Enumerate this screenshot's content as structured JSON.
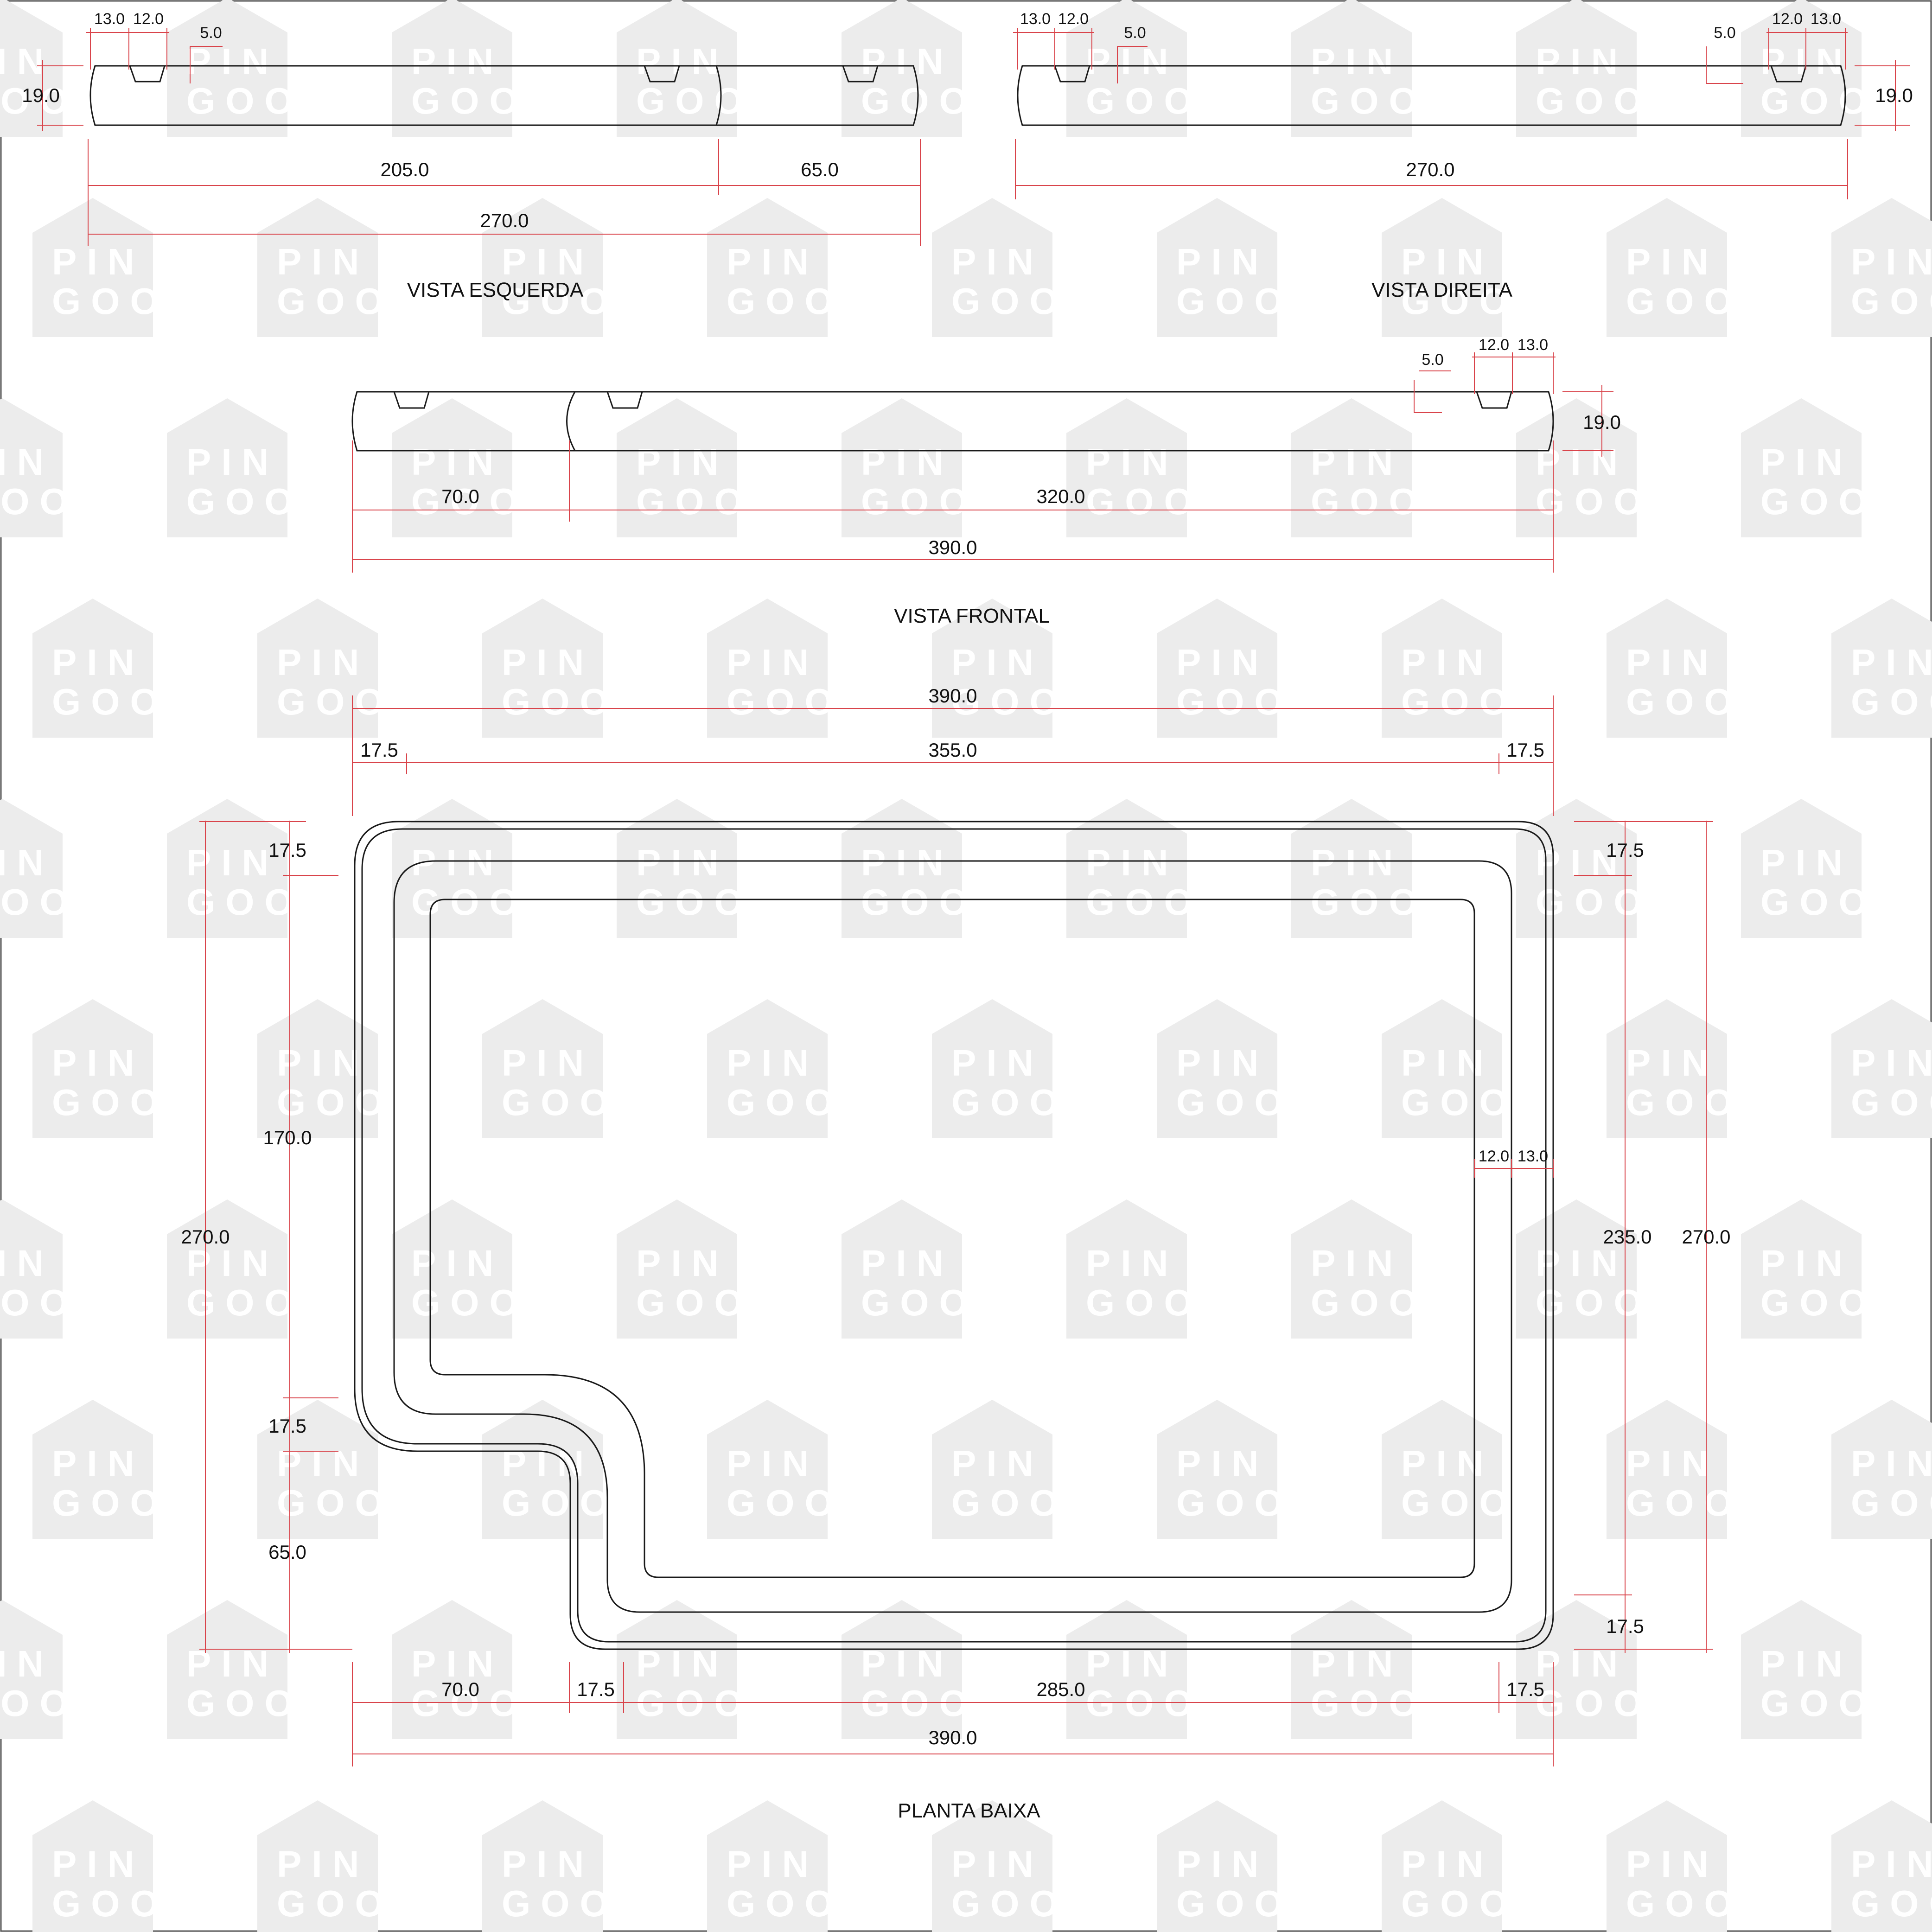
{
  "colors": {
    "outline": "#1a1a1a",
    "dimension": "#d9444b",
    "watermark": "#ececec",
    "text": "#111111",
    "background": "#ffffff"
  },
  "watermark": {
    "line1": "PIN",
    "line2": "GOO"
  },
  "views": {
    "esquerda": {
      "title": "VISTA ESQUERDA",
      "labels": {
        "total": "270.0",
        "left": "205.0",
        "right": "65.0",
        "height": "19.0",
        "notch_a": "13.0",
        "notch_b": "12.0",
        "gap": "5.0"
      }
    },
    "direita": {
      "title": "VISTA DIREITA",
      "labels": {
        "total": "270.0",
        "height": "19.0",
        "notch_a": "13.0",
        "notch_b": "12.0",
        "gap_l": "5.0",
        "gap_r": "5.0",
        "notch_c": "12.0",
        "notch_d": "13.0"
      }
    },
    "frontal": {
      "title": "VISTA FRONTAL",
      "labels": {
        "total": "390.0",
        "left": "70.0",
        "right": "320.0",
        "height": "19.0",
        "gap": "5.0",
        "notch_a": "12.0",
        "notch_b": "13.0"
      }
    },
    "planta": {
      "title": "PLANTA BAIXA",
      "labels": {
        "top_total": "390.0",
        "top_left": "17.5",
        "top_mid": "355.0",
        "top_right": "17.5",
        "left_total": "270.0",
        "left_top": "17.5",
        "left_mid": "170.0",
        "left_step": "17.5",
        "left_bottom": "65.0",
        "right_total": "270.0",
        "right_top": "17.5",
        "right_mid": "235.0",
        "right_bottom": "17.5",
        "bottom_total": "390.0",
        "bottom_a": "70.0",
        "bottom_b": "17.5",
        "bottom_c": "285.0",
        "bottom_d": "17.5",
        "rim_a": "12.0",
        "rim_b": "13.0"
      }
    }
  }
}
